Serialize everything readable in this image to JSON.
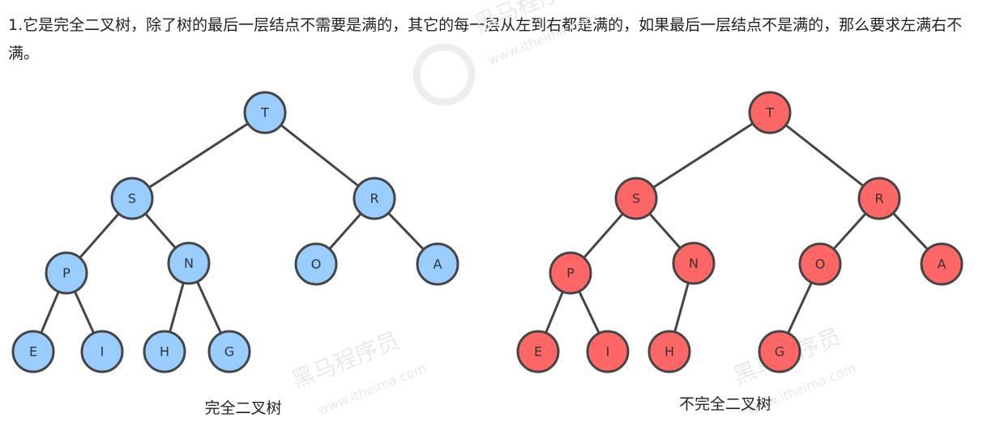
{
  "intro_text": "1.它是完全二叉树，除了树的最后一层结点不需要是满的，其它的每一层从左到右都是满的，如果最后一层结点不是满的，那么要求左满右不满。",
  "watermark": {
    "brand": "黑马程序员",
    "url": "www.itheima.com"
  },
  "colors": {
    "complete_fill": "#99ccff",
    "incomplete_fill": "#ff6666",
    "stroke": "#454545"
  },
  "trees": [
    {
      "caption": "完全二叉树",
      "nodes": [
        {
          "id": "T",
          "label": "T"
        },
        {
          "id": "S",
          "label": "S"
        },
        {
          "id": "R",
          "label": "R"
        },
        {
          "id": "P",
          "label": "P"
        },
        {
          "id": "N",
          "label": "N"
        },
        {
          "id": "O",
          "label": "O"
        },
        {
          "id": "A",
          "label": "A"
        },
        {
          "id": "E",
          "label": "E"
        },
        {
          "id": "I",
          "label": "I"
        },
        {
          "id": "H",
          "label": "H"
        },
        {
          "id": "G",
          "label": "G"
        }
      ],
      "edges": [
        [
          "T",
          "S"
        ],
        [
          "T",
          "R"
        ],
        [
          "S",
          "P"
        ],
        [
          "S",
          "N"
        ],
        [
          "R",
          "O"
        ],
        [
          "R",
          "A"
        ],
        [
          "P",
          "E"
        ],
        [
          "P",
          "I"
        ],
        [
          "N",
          "H"
        ],
        [
          "N",
          "G"
        ]
      ]
    },
    {
      "caption": "不完全二叉树",
      "nodes": [
        {
          "id": "T",
          "label": "T"
        },
        {
          "id": "S",
          "label": "S"
        },
        {
          "id": "R",
          "label": "R"
        },
        {
          "id": "P",
          "label": "P"
        },
        {
          "id": "N",
          "label": "N"
        },
        {
          "id": "O",
          "label": "O"
        },
        {
          "id": "A",
          "label": "A"
        },
        {
          "id": "E",
          "label": "E"
        },
        {
          "id": "I",
          "label": "I"
        },
        {
          "id": "H",
          "label": "H"
        },
        {
          "id": "G",
          "label": "G"
        }
      ],
      "edges": [
        [
          "T",
          "S"
        ],
        [
          "T",
          "R"
        ],
        [
          "S",
          "P"
        ],
        [
          "S",
          "N"
        ],
        [
          "R",
          "O"
        ],
        [
          "R",
          "A"
        ],
        [
          "P",
          "E"
        ],
        [
          "P",
          "I"
        ],
        [
          "N",
          "H"
        ],
        [
          "O",
          "G"
        ]
      ]
    }
  ]
}
